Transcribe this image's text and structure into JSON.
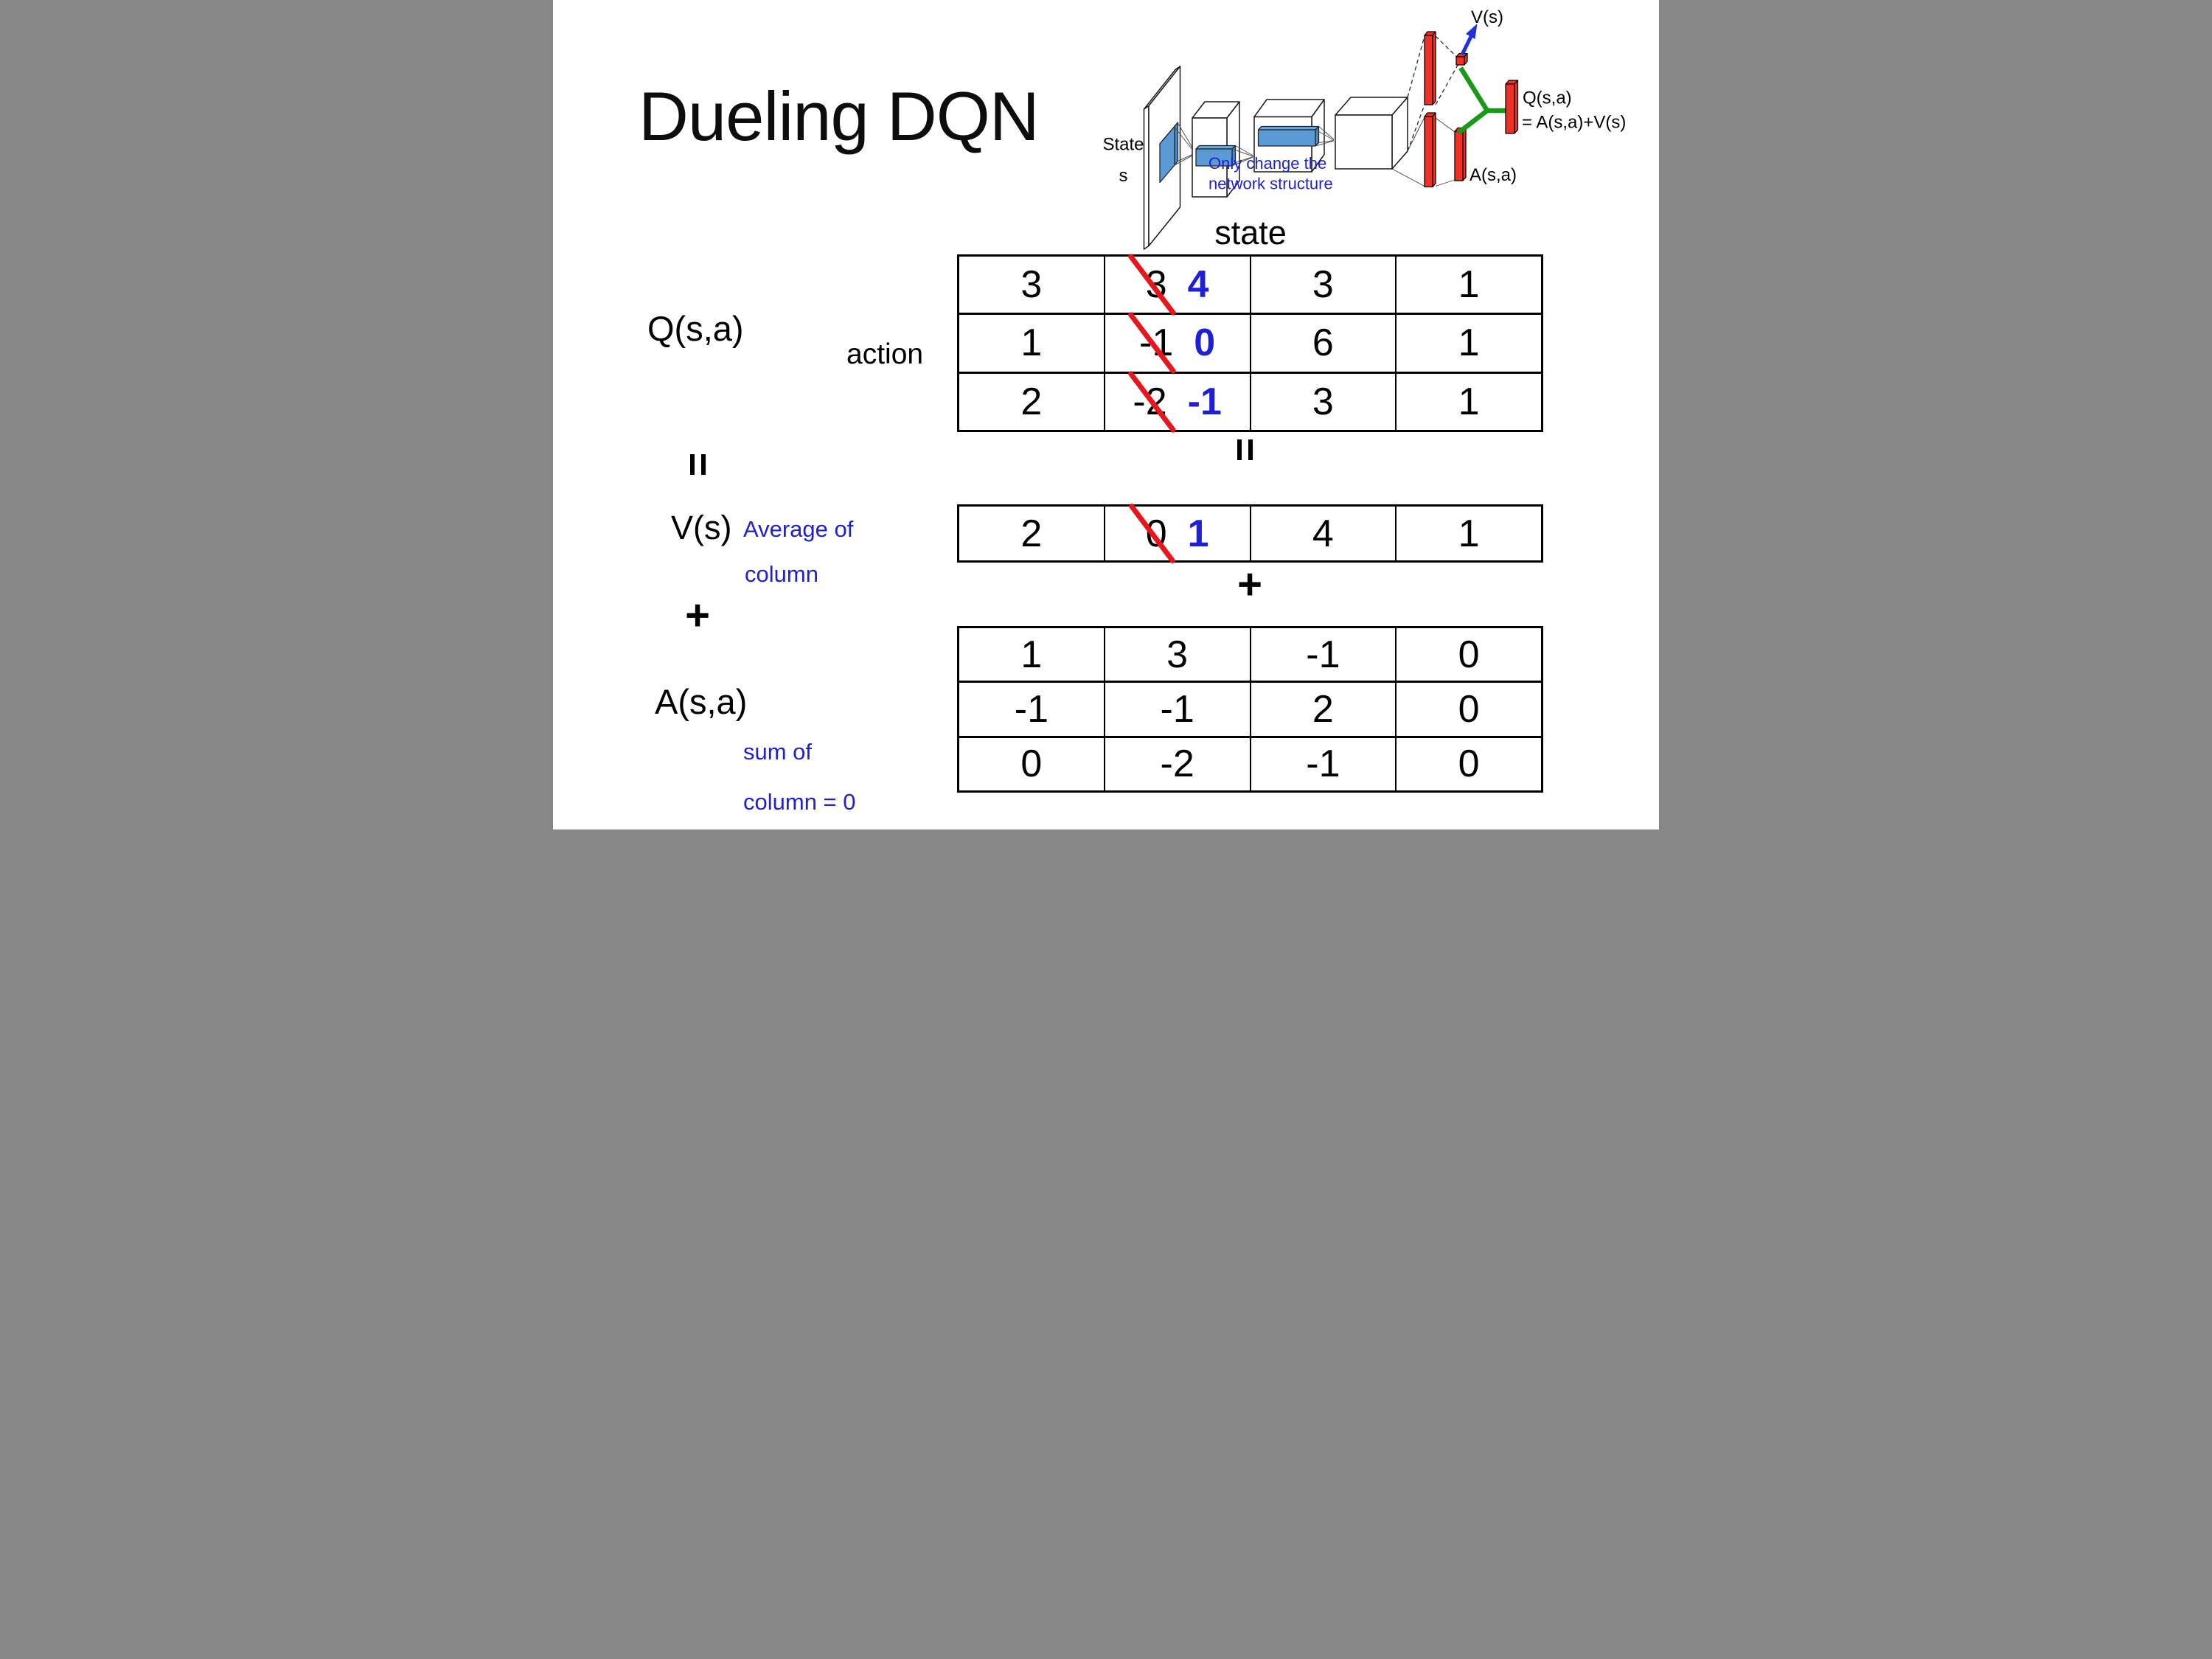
{
  "title": "Dueling DQN",
  "colors": {
    "accent_blue": "#1f1fd6",
    "slash_red": "#e8151c",
    "bar_red": "#ee3124",
    "merge_green": "#189a18",
    "conv_blue": "#5b9bd5"
  },
  "diagram": {
    "state_label_line1": "State",
    "state_label_line2": "s",
    "note_line1": "Only change the",
    "note_line2": "network structure",
    "v_output_label": "V(s)",
    "q_output_label": "Q(s,a)",
    "q_output_formula": "= A(s,a)+V(s)",
    "a_output_label": "A(s,a)"
  },
  "decomposition": {
    "state_axis_label": "state",
    "action_axis_label": "action",
    "q_matrix_label": "Q(s,a)",
    "equals_symbol": "=",
    "plus_symbol": "+",
    "v_vector_label": "V(s)",
    "v_note_line1": "Average of",
    "v_note_line2": "column",
    "a_matrix_label": "A(s,a)",
    "a_note_line1": "sum of",
    "a_note_line2": "column = 0",
    "q_table": {
      "rows": [
        {
          "cells": [
            {
              "v": "3"
            },
            {
              "old": "3",
              "new": "4"
            },
            {
              "v": "3"
            },
            {
              "v": "1"
            }
          ]
        },
        {
          "cells": [
            {
              "v": "1"
            },
            {
              "old": "-1",
              "new": "0"
            },
            {
              "v": "6"
            },
            {
              "v": "1"
            }
          ]
        },
        {
          "cells": [
            {
              "v": "2"
            },
            {
              "old": "-2",
              "new": "-1"
            },
            {
              "v": "3"
            },
            {
              "v": "1"
            }
          ]
        }
      ]
    },
    "v_table": {
      "rows": [
        {
          "cells": [
            {
              "v": "2"
            },
            {
              "old": "0",
              "new": "1"
            },
            {
              "v": "4"
            },
            {
              "v": "1"
            }
          ]
        }
      ]
    },
    "a_table": {
      "rows": [
        {
          "cells": [
            {
              "v": "1"
            },
            {
              "v": "3"
            },
            {
              "v": "-1"
            },
            {
              "v": "0"
            }
          ]
        },
        {
          "cells": [
            {
              "v": "-1"
            },
            {
              "v": "-1"
            },
            {
              "v": "2"
            },
            {
              "v": "0"
            }
          ]
        },
        {
          "cells": [
            {
              "v": "0"
            },
            {
              "v": "-2"
            },
            {
              "v": "-1"
            },
            {
              "v": "0"
            }
          ]
        }
      ]
    }
  }
}
